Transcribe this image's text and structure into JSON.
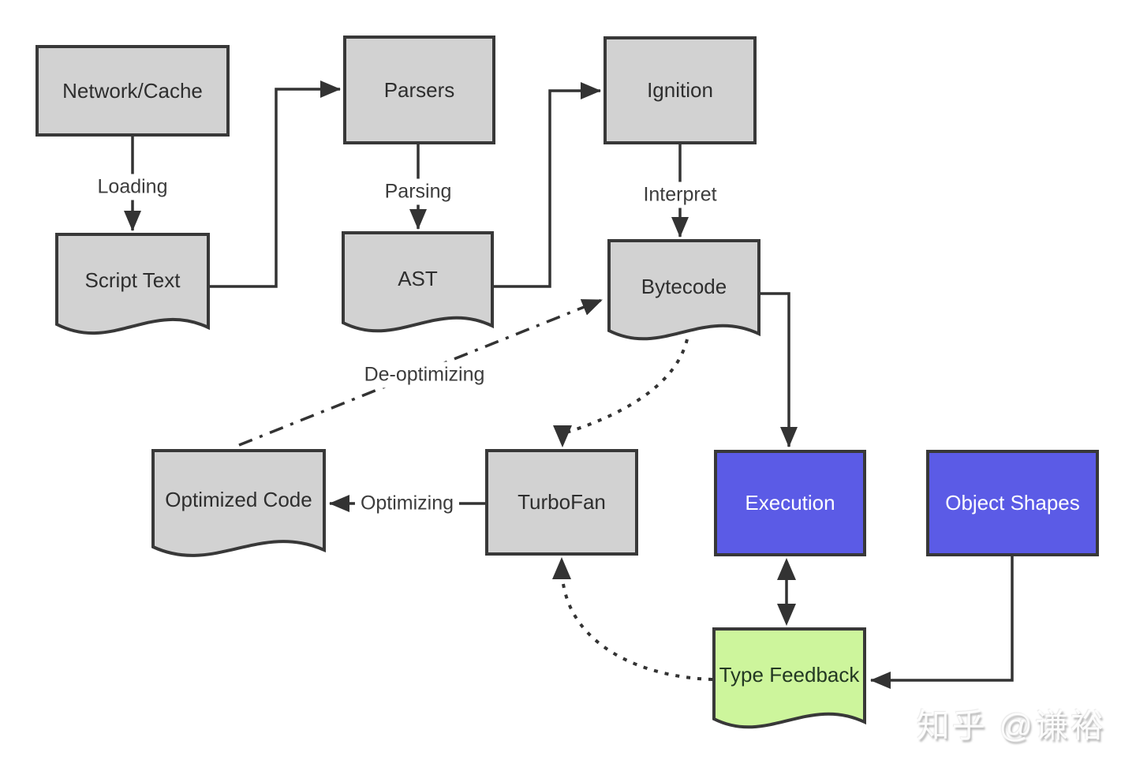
{
  "nodes": {
    "network_cache": {
      "label": "Network/Cache",
      "shape": "rect",
      "fill": "#d2d2d2"
    },
    "script_text": {
      "label": "Script Text",
      "shape": "document",
      "fill": "#d2d2d2"
    },
    "parsers": {
      "label": "Parsers",
      "shape": "rect",
      "fill": "#d2d2d2"
    },
    "ast": {
      "label": "AST",
      "shape": "document",
      "fill": "#d2d2d2"
    },
    "ignition": {
      "label": "Ignition",
      "shape": "rect",
      "fill": "#d2d2d2"
    },
    "bytecode": {
      "label": "Bytecode",
      "shape": "document",
      "fill": "#d2d2d2"
    },
    "optimized_code": {
      "label": "Optimized Code",
      "shape": "document",
      "fill": "#d2d2d2"
    },
    "turbofan": {
      "label": "TurboFan",
      "shape": "rect",
      "fill": "#d2d2d2"
    },
    "execution": {
      "label": "Execution",
      "shape": "rect",
      "fill": "#5b5be6"
    },
    "object_shapes": {
      "label": "Object Shapes",
      "shape": "rect",
      "fill": "#5b5be6"
    },
    "type_feedback": {
      "label": "Type Feedback",
      "shape": "document",
      "fill": "#cdf59c"
    }
  },
  "edge_labels": {
    "loading": "Loading",
    "parsing": "Parsing",
    "interpret": "Interpret",
    "de_optimizing": "De-optimizing",
    "optimizing": "Optimizing"
  },
  "colors": {
    "background": "#ffffff",
    "node_fill_gray": "#d2d2d2",
    "node_fill_blue": "#5b5be6",
    "node_fill_green": "#cdf59c",
    "node_border": "#383838",
    "arrow": "#333333",
    "text_dark": "#2e2e2e",
    "text_on_blue": "#ffffff",
    "text_on_green": "#233823"
  },
  "watermark": {
    "text": "知乎 @谦裕"
  }
}
